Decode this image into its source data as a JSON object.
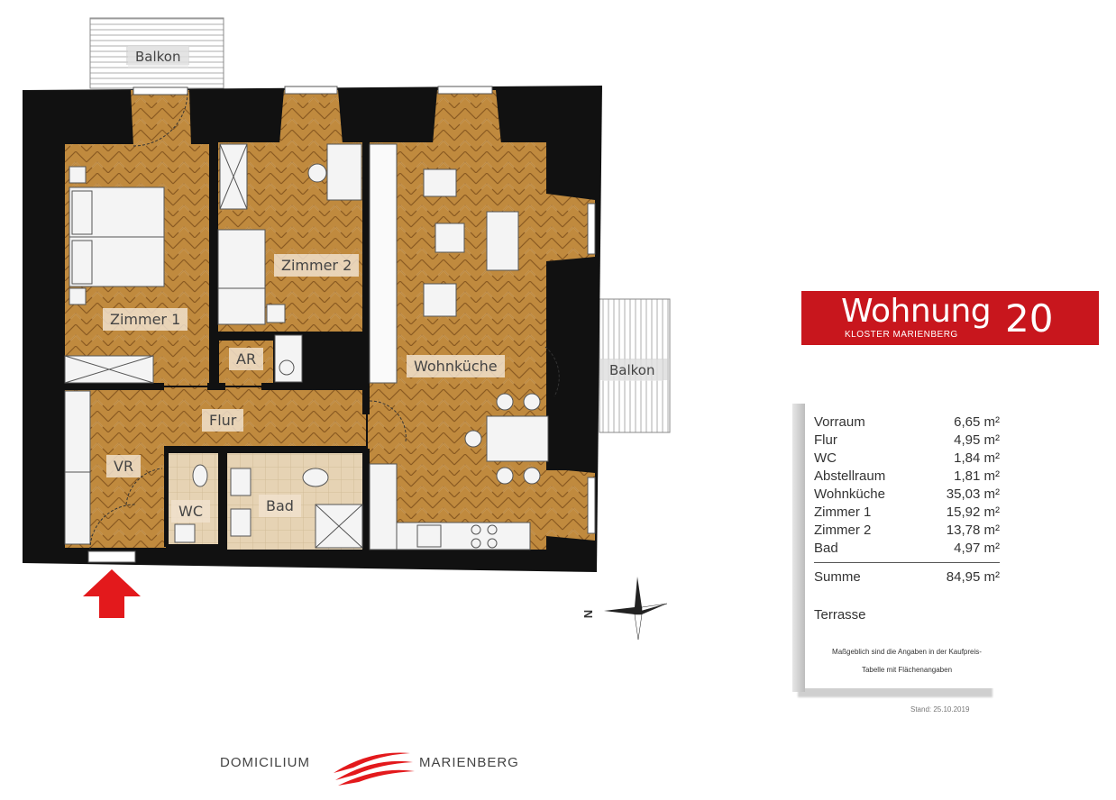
{
  "plan": {
    "balkon_top": "Balkon",
    "balkon_right": "Balkon",
    "rooms": {
      "zimmer1": "Zimmer 1",
      "zimmer2": "Zimmer 2",
      "ar": "AR",
      "wohnkueche": "Wohnküche",
      "flur": "Flur",
      "vr": "VR",
      "wc": "WC",
      "bad": "Bad"
    },
    "compass_letter": "N",
    "entrance_color": "#e3191c"
  },
  "title": {
    "word": "Wohnung",
    "subtitle": "KLOSTER MARIENBERG",
    "number": "20",
    "color": "#c8161d"
  },
  "areas": {
    "unit": "m²",
    "rows": [
      {
        "name": "Vorraum",
        "value": "6,65"
      },
      {
        "name": "Flur",
        "value": "4,95"
      },
      {
        "name": "WC",
        "value": "1,84"
      },
      {
        "name": "Abstellraum",
        "value": "1,81"
      },
      {
        "name": "Wohnküche",
        "value": "35,03"
      },
      {
        "name": "Zimmer 1",
        "value": "15,92"
      },
      {
        "name": "Zimmer 2",
        "value": "13,78"
      },
      {
        "name": "Bad",
        "value": "4,97"
      }
    ],
    "sum_label": "Summe",
    "sum_value": "84,95",
    "terrasse_label": "Terrasse",
    "note_line1": "Maßgeblich sind die Angaben in der Kaufpreis-",
    "note_line2": "Tabelle mit Flächenangaben"
  },
  "stand": "Stand: 25.10.2019",
  "brand": {
    "left": "DOMICILIUM",
    "right": "MARIENBERG",
    "logo_color": "#e3191c"
  }
}
